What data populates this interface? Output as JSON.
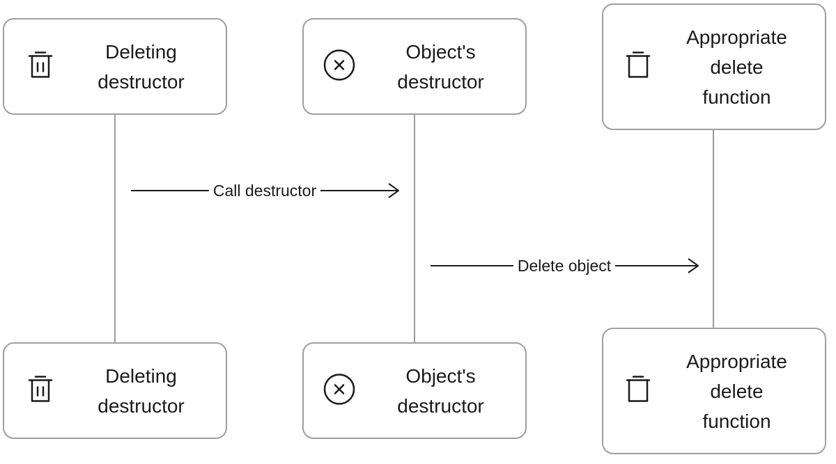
{
  "participants": {
    "deleting_destructor": {
      "label": "Deleting\ndestructor",
      "icon": "trash-bin-icon"
    },
    "objects_destructor": {
      "label": "Object's\ndestructor",
      "icon": "circle-x-icon"
    },
    "delete_function": {
      "label": "Appropriate\ndelete\nfunction",
      "icon": "trash-can-icon"
    }
  },
  "messages": [
    {
      "from": "Deleting destructor",
      "to": "Object's destructor",
      "label": "Call destructor"
    },
    {
      "from": "Object's destructor",
      "to": "Appropriate delete function",
      "label": "Delete object"
    }
  ],
  "colors": {
    "box_border": "#9e9e9e",
    "lifeline": "#9a9a9a",
    "arrow": "#1a1a1a"
  }
}
